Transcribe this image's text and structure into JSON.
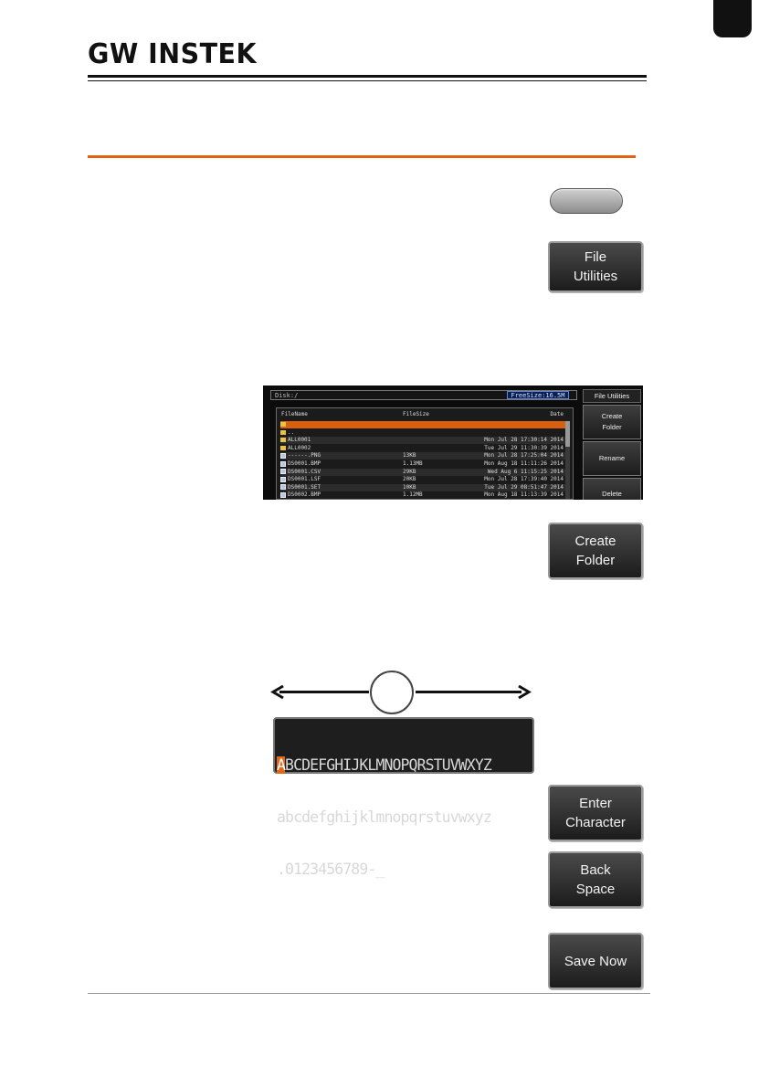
{
  "header": {
    "logo_text": "GW INSTEK"
  },
  "buttons": {
    "file_utilities": [
      "File",
      "Utilities"
    ],
    "create_folder": [
      "Create",
      "Folder"
    ],
    "enter_character": [
      "Enter",
      "Character"
    ],
    "back_space": [
      "Back",
      "Space"
    ],
    "save_now": "Save Now"
  },
  "screen": {
    "path": "Disk:/",
    "free_size": "FreeSize:16.5M",
    "columns": [
      "FileName",
      "FileSize",
      "Date"
    ],
    "rows": [
      {
        "icon": "folder-icon",
        "name": "",
        "size": "",
        "date": "",
        "selected": true
      },
      {
        "icon": "folder-icon",
        "name": "..",
        "size": "",
        "date": ""
      },
      {
        "icon": "folder-icon",
        "name": "ALL0001",
        "size": "",
        "date": "Mon Jul 28 17:30:14 2014"
      },
      {
        "icon": "folder-icon",
        "name": "ALL0002",
        "size": "",
        "date": "Tue Jul 29 11:30:39 2014"
      },
      {
        "icon": "file-icon",
        "name": "------.PNG",
        "size": "13KB",
        "date": "Mon Jul 28 17:25:04 2014"
      },
      {
        "icon": "file-icon",
        "name": "DS0001.BMP",
        "size": "1.13MB",
        "date": "Mon Aug 18 11:11:26 2014"
      },
      {
        "icon": "file-icon",
        "name": "DS0001.CSV",
        "size": "29KB",
        "date": "Wed Aug 6 11:15:25 2014"
      },
      {
        "icon": "file-icon",
        "name": "DS0001.LSF",
        "size": "20KB",
        "date": "Mon Jul 28 17:39:40 2014"
      },
      {
        "icon": "file-icon",
        "name": "DS0001.SET",
        "size": "10KB",
        "date": "Tue Jul 29 08:51:47 2014"
      },
      {
        "icon": "file-icon",
        "name": "DS0002.BMP",
        "size": "1.12MB",
        "date": "Mon Aug 18 11:13:39 2014"
      }
    ],
    "menu": {
      "title": "File Utilities",
      "create_folder": [
        "Create",
        "Folder"
      ],
      "rename": "Rename",
      "delete": "Delete"
    }
  },
  "keyboard": {
    "highlighted": "A",
    "line1_rest": "BCDEFGHIJKLMNOPQRSTUVWXYZ",
    "line2": "abcdefghijklmnopqrstuvwxyz",
    "line3": ".0123456789-_"
  }
}
